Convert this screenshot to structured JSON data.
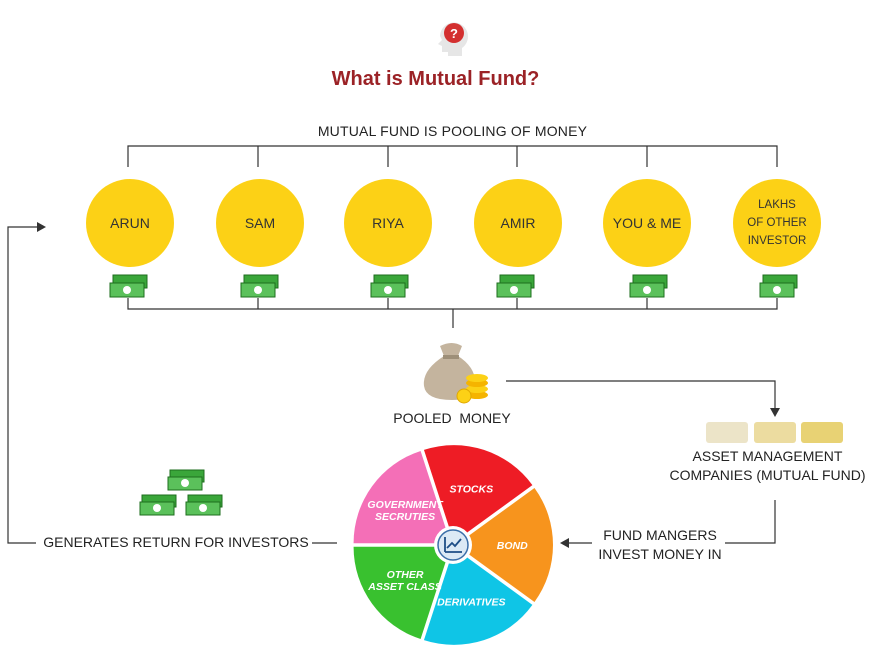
{
  "title": "What is Mutual Fund?",
  "pool_label": "MUTUAL FUND IS POOLING OF MONEY",
  "investors": [
    "ARUN",
    "SAM",
    "RIYA",
    "AMIR",
    "YOU & ME",
    "LAKHS\nOF OTHER\nINVESTOR"
  ],
  "pooled_money_label": "POOLED  MONEY",
  "amc_label": "ASSET MANAGEMENT\nCOMPANIES (MUTUAL FUND)",
  "fund_managers_label": "FUND MANGERS\nINVEST MONEY IN",
  "returns_label": "GENERATES RETURN FOR INVESTORS",
  "asset_classes": [
    {
      "label": "STOCKS",
      "color": "#ee1c25"
    },
    {
      "label": "BOND",
      "color": "#f7941d"
    },
    {
      "label": "DERIVATIVES",
      "color": "#0fc5e6"
    },
    {
      "label": "OTHER\nASSET CLASS",
      "color": "#39c12f"
    },
    {
      "label": "GOVERNMENT\nSECRUTIES",
      "color": "#f46fb7"
    }
  ],
  "colors": {
    "title": "#9b2226",
    "coin": "#fcd116",
    "lines": "#333333",
    "money": "#3aa63a"
  },
  "icons": [
    "question-head-icon",
    "money-bag-icon",
    "cash-icon",
    "chart-icon"
  ]
}
